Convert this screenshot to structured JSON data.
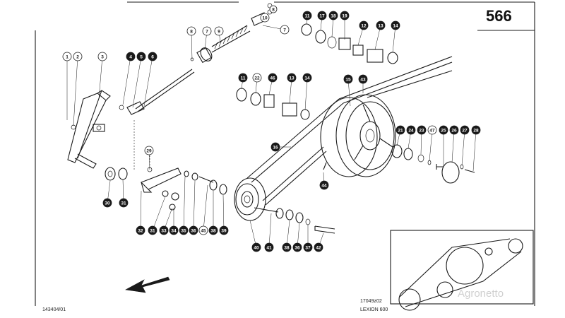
{
  "page_number": "566",
  "drawing_ref": "17049z02",
  "model": "LEXION 600",
  "doc_number": "143404/01",
  "watermark": "Agronetto",
  "callouts": [
    {
      "id": "c8a",
      "text": "8",
      "filled": false
    },
    {
      "id": "c10",
      "text": "10",
      "filled": false
    },
    {
      "id": "c7a",
      "text": "7",
      "filled": false
    },
    {
      "id": "c8b",
      "text": "8",
      "filled": false
    },
    {
      "id": "c7b",
      "text": "7",
      "filled": false
    },
    {
      "id": "c9",
      "text": "9",
      "filled": false
    },
    {
      "id": "c1",
      "text": "1",
      "filled": false
    },
    {
      "id": "c2",
      "text": "2",
      "filled": false
    },
    {
      "id": "c3",
      "text": "3",
      "filled": false
    },
    {
      "id": "c4",
      "text": "4",
      "filled": true
    },
    {
      "id": "c5",
      "text": "5",
      "filled": true
    },
    {
      "id": "c6",
      "text": "6",
      "filled": true
    },
    {
      "id": "c29",
      "text": "29",
      "filled": false
    },
    {
      "id": "c30",
      "text": "30",
      "filled": true
    },
    {
      "id": "c31a",
      "text": "31",
      "filled": true
    },
    {
      "id": "c32",
      "text": "32",
      "filled": true
    },
    {
      "id": "c31b",
      "text": "31",
      "filled": true
    },
    {
      "id": "c33",
      "text": "33",
      "filled": true
    },
    {
      "id": "c34",
      "text": "34",
      "filled": true
    },
    {
      "id": "c35",
      "text": "35",
      "filled": true
    },
    {
      "id": "c36",
      "text": "36",
      "filled": true
    },
    {
      "id": "c45",
      "text": "45",
      "filled": false
    },
    {
      "id": "c38a",
      "text": "38",
      "filled": true
    },
    {
      "id": "c39",
      "text": "39",
      "filled": true
    },
    {
      "id": "c11a",
      "text": "11",
      "filled": true
    },
    {
      "id": "c17",
      "text": "17",
      "filled": true
    },
    {
      "id": "c18",
      "text": "18",
      "filled": true
    },
    {
      "id": "c19",
      "text": "19",
      "filled": true
    },
    {
      "id": "c12",
      "text": "12",
      "filled": true
    },
    {
      "id": "c13a",
      "text": "13",
      "filled": true
    },
    {
      "id": "c14a",
      "text": "14",
      "filled": true
    },
    {
      "id": "c11b",
      "text": "11",
      "filled": true
    },
    {
      "id": "c22",
      "text": "22",
      "filled": false
    },
    {
      "id": "c46",
      "text": "46",
      "filled": true
    },
    {
      "id": "c13b",
      "text": "13",
      "filled": true
    },
    {
      "id": "c14b",
      "text": "14",
      "filled": true
    },
    {
      "id": "c15",
      "text": "15",
      "filled": true
    },
    {
      "id": "c43",
      "text": "43",
      "filled": true
    },
    {
      "id": "c16",
      "text": "16",
      "filled": true
    },
    {
      "id": "c44",
      "text": "44",
      "filled": true
    },
    {
      "id": "c21",
      "text": "21",
      "filled": true
    },
    {
      "id": "c24",
      "text": "24",
      "filled": true
    },
    {
      "id": "c23",
      "text": "23",
      "filled": true
    },
    {
      "id": "c47",
      "text": "47",
      "filled": false
    },
    {
      "id": "c25",
      "text": "25",
      "filled": true
    },
    {
      "id": "c26",
      "text": "26",
      "filled": true
    },
    {
      "id": "c27",
      "text": "27",
      "filled": true
    },
    {
      "id": "c28",
      "text": "28",
      "filled": true
    },
    {
      "id": "c40",
      "text": "40",
      "filled": true
    },
    {
      "id": "c41",
      "text": "41",
      "filled": true
    },
    {
      "id": "c38b",
      "text": "38",
      "filled": true
    },
    {
      "id": "c36b",
      "text": "36",
      "filled": true
    },
    {
      "id": "c37",
      "text": "37",
      "filled": true
    },
    {
      "id": "c42",
      "text": "42",
      "filled": true
    }
  ]
}
